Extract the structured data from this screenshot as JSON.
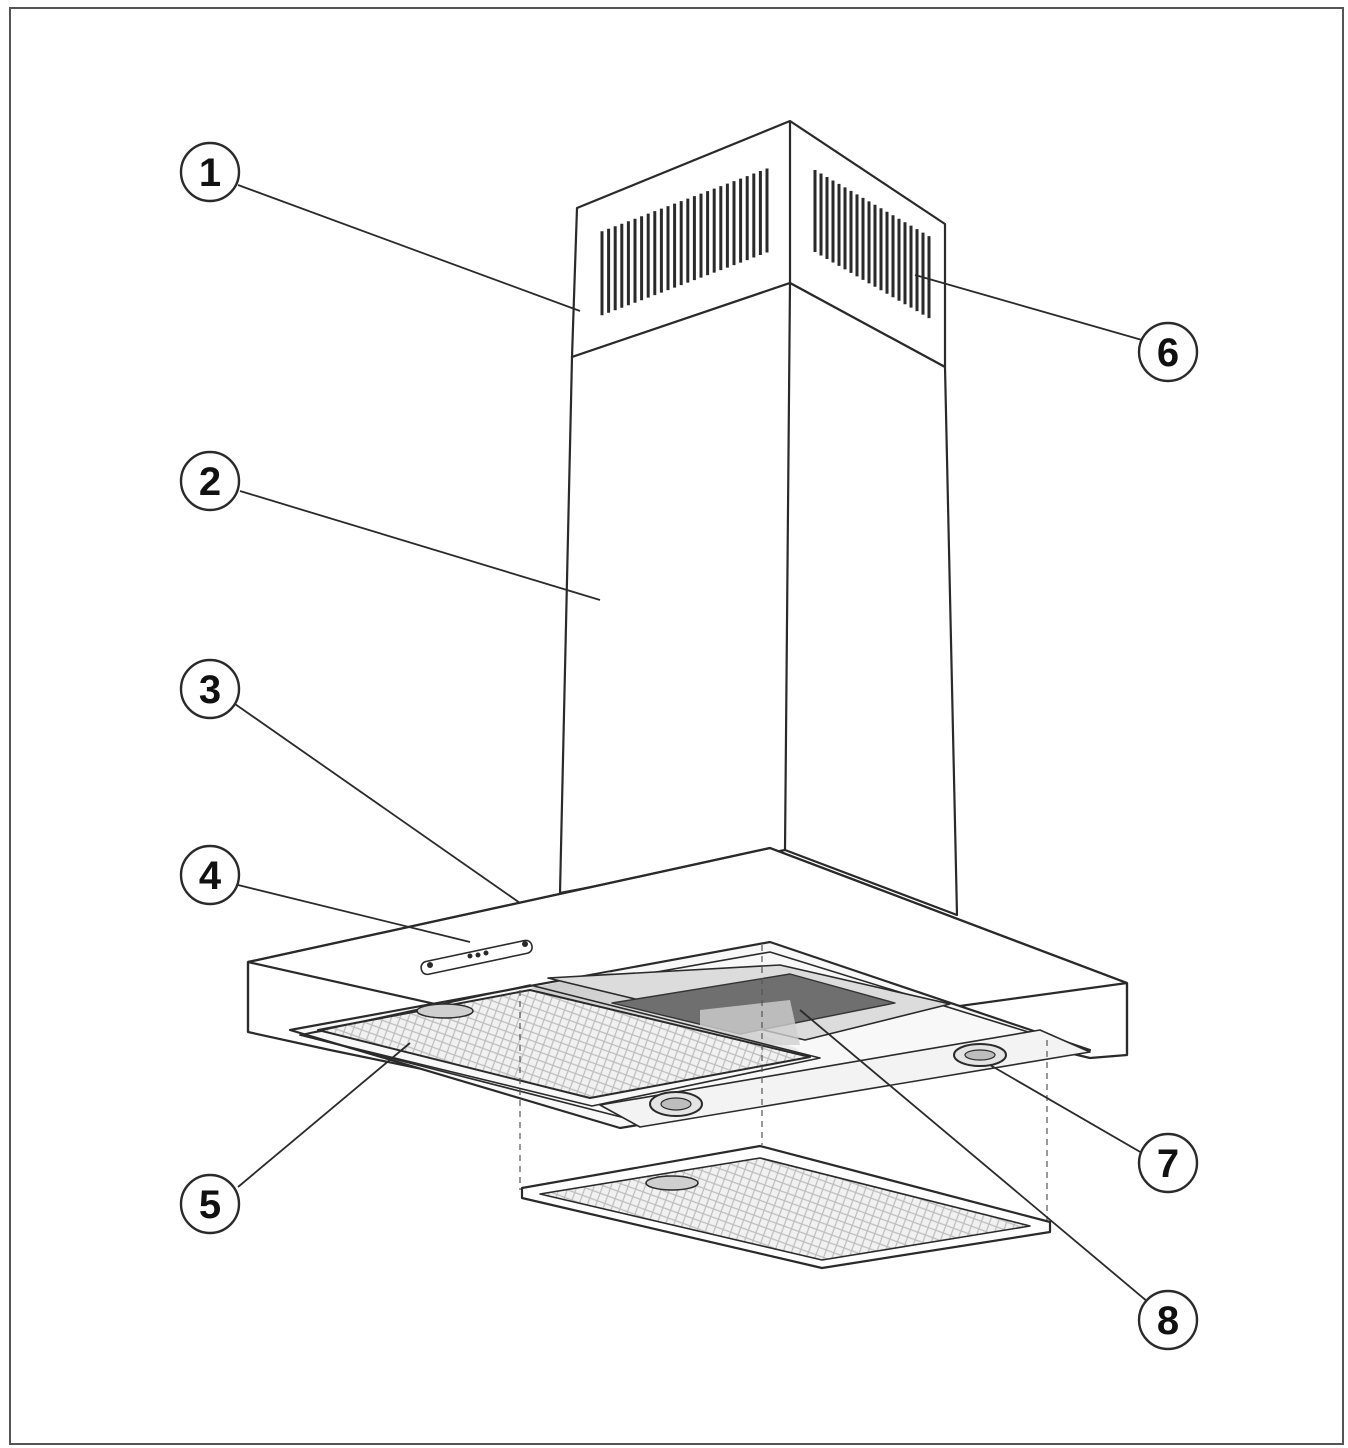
{
  "callouts": [
    {
      "id": 1,
      "label": "1"
    },
    {
      "id": 2,
      "label": "2"
    },
    {
      "id": 3,
      "label": "3"
    },
    {
      "id": 4,
      "label": "4"
    },
    {
      "id": 5,
      "label": "5"
    },
    {
      "id": 6,
      "label": "6"
    },
    {
      "id": 7,
      "label": "7"
    },
    {
      "id": 8,
      "label": "8"
    }
  ],
  "colors": {
    "line": "#2a2a2a",
    "mesh": "#e6e6e6",
    "filter_dark": "#6e6e6e",
    "shade": "#d2d2d2"
  }
}
